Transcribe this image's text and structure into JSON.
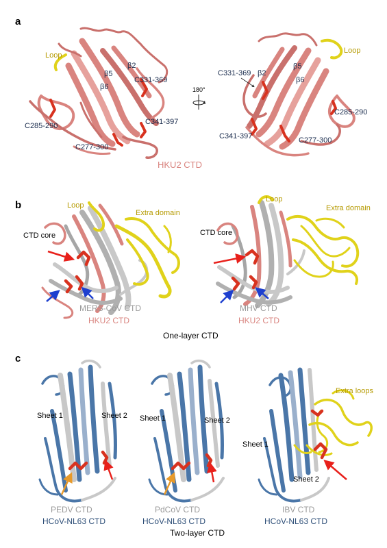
{
  "colors": {
    "hku2": "#d9847f",
    "hku2_dark": "#b8504d",
    "loop": "#e0d21a",
    "loop_text": "#b59a00",
    "disulfide": "#d8321f",
    "label_dark": "#1a2c4d",
    "mers_grey": "#9a9a9a",
    "nl63_blue": "#4a76a8",
    "nl63_text": "#2e4f78",
    "arrow_red": "#e8201b",
    "arrow_blue": "#1d3fcf",
    "arrow_orange": "#e89a2a"
  },
  "panel_a": {
    "letter": "a",
    "left": {
      "loop": "Loop",
      "b2": "β2",
      "b5": "β5",
      "b6": "β6",
      "c331": "C331-369",
      "c285": "C285-290",
      "c341": "C341-397",
      "c277": "C277-300"
    },
    "rotation": "180°",
    "right": {
      "loop": "Loop",
      "b2": "β2",
      "b5": "β5",
      "b6": "β6",
      "c331": "C331-369",
      "c285": "C285-290",
      "c341": "C341-397",
      "c277": "C277-300"
    },
    "caption": "HKU2 CTD"
  },
  "panel_b": {
    "letter": "b",
    "left": {
      "loop": "Loop",
      "extra": "Extra domain",
      "core": "CTD core",
      "name": "MERS-CoV CTD",
      "ref": "HKU2 CTD"
    },
    "right": {
      "loop": "Loop",
      "extra": "Extra domain",
      "core": "CTD core",
      "name": "MHV CTD",
      "ref": "HKU2 CTD"
    },
    "caption": "One-layer CTD"
  },
  "panel_c": {
    "letter": "c",
    "left": {
      "sheet1": "Sheet 1",
      "sheet2": "Sheet 2",
      "name": "PEDV CTD",
      "ref": "HCoV-NL63 CTD"
    },
    "middle": {
      "sheet1": "Sheet 1",
      "sheet2": "Sheet 2",
      "name": "PdCoV CTD",
      "ref": "HCoV-NL63 CTD"
    },
    "right": {
      "sheet1": "Sheet 1",
      "sheet2": "Sheet 2",
      "extra": "Extra loops",
      "name": "IBV CTD",
      "ref": "HCoV-NL63 CTD"
    },
    "caption": "Two-layer CTD"
  }
}
